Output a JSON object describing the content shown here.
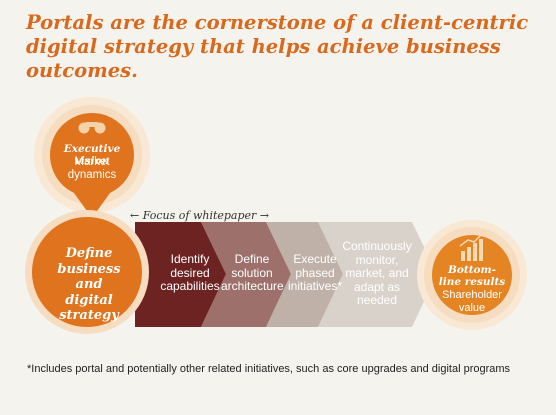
{
  "headline": "Portals are the cornerstone of a client-centric digital strategy that helps achieve business outcomes.",
  "exec": {
    "title": "Executive vision",
    "sub": "Market dynamics"
  },
  "focus_label": "← Focus of whitepaper →",
  "define": "Define business and digital strategy",
  "steps": [
    {
      "label": "Identify desired capabilities"
    },
    {
      "label": "Define solution architecture"
    },
    {
      "label": "Execute phased initiatives*"
    },
    {
      "label": "Continuously monitor, market, and adapt as needed"
    }
  ],
  "bottom": {
    "title": "Bottom-line results",
    "sub": "Shareholder value"
  },
  "footnote": "*Includes portal and potentially other related initiatives, such as core upgrades and digital programs",
  "colors": {
    "title": "#d9691c",
    "orange": "#e0731d",
    "orange_ring": "#f6dcc0",
    "step1": "#6e2323",
    "step2": "#9e706c",
    "step3": "#c0b1a8",
    "step4": "#d9d2cb",
    "result": "#e48422"
  }
}
